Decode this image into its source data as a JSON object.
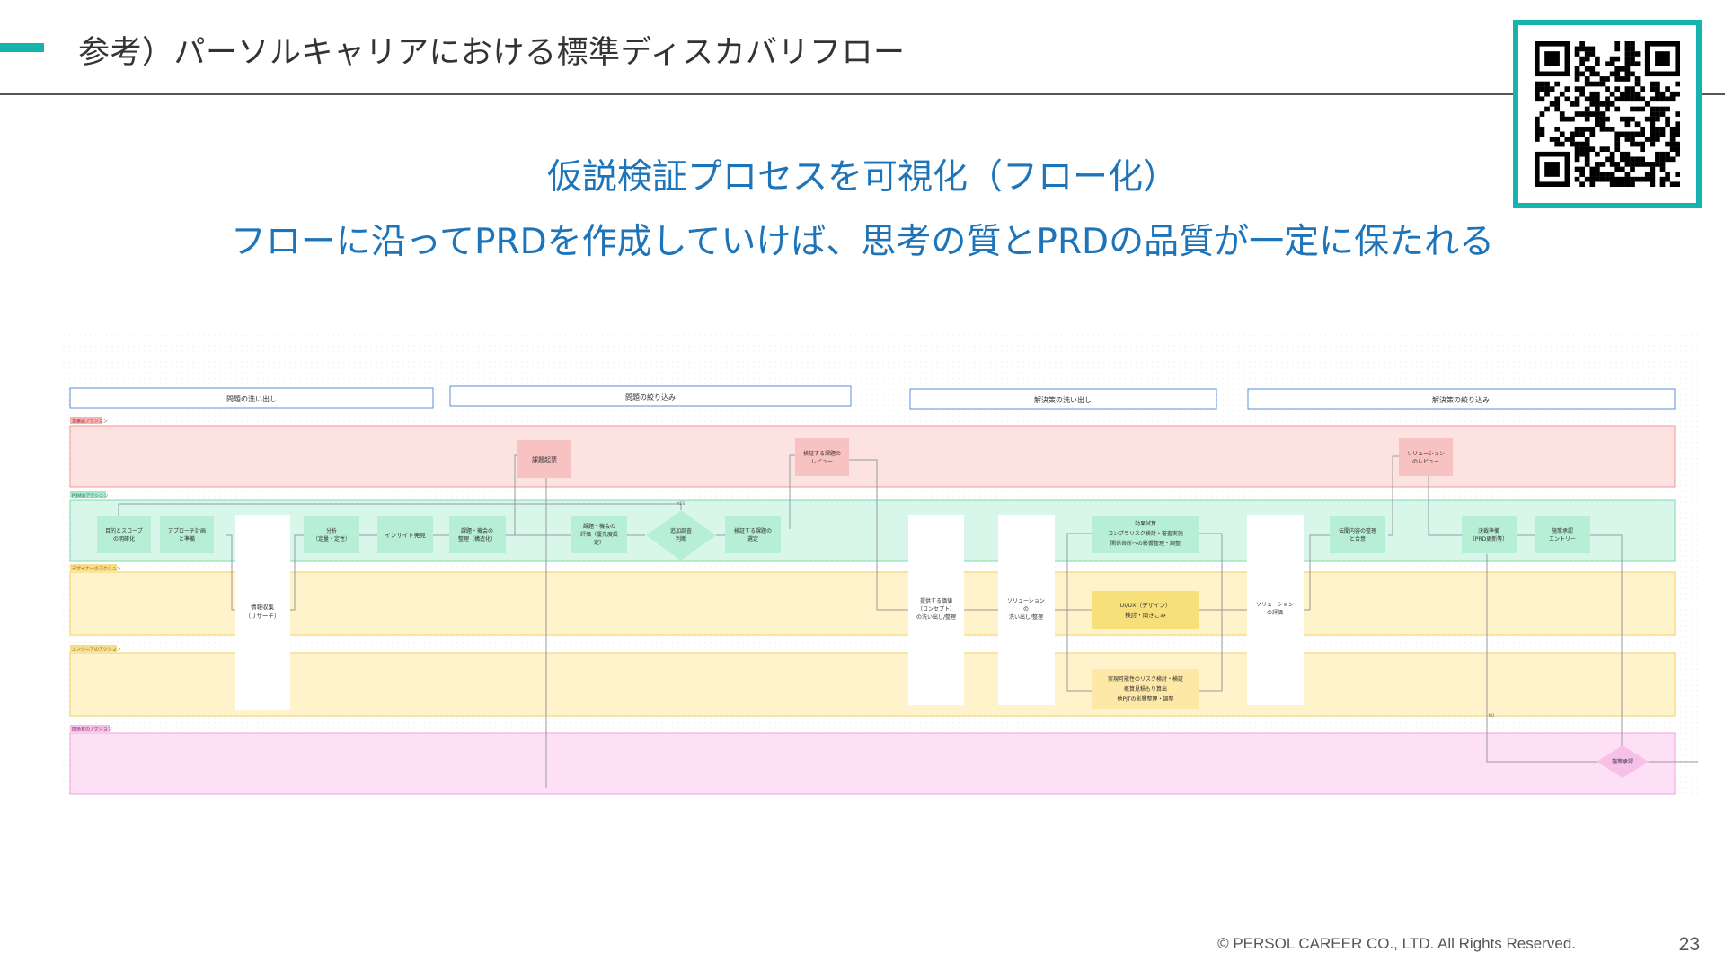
{
  "header": {
    "title": "参考）パーソルキャリアにおける標準ディスカバリフロー"
  },
  "headline": {
    "line1": "仮説検証プロセスを可視化（フロー化）",
    "line2": "フローに沿ってPRDを作成していけば、思考の質とPRDの品質が一定に保たれる"
  },
  "flow": {
    "phases": [
      "問題の洗い出し",
      "問題の絞り込み",
      "解決策の洗い出し",
      "解決策の絞り込み"
    ],
    "lanes": [
      {
        "label": "事業部アクション",
        "color": "#fde2e2",
        "border": "#f19a9a"
      },
      {
        "label": "PdMのアクション",
        "color": "#d8f7ea",
        "border": "#7fd9b4"
      },
      {
        "label": "デザイナーのアクション",
        "color": "#fff3cc",
        "border": "#f2cf63"
      },
      {
        "label": "エンジニアのアクション",
        "color": "#fff3cc",
        "border": "#f2cf63"
      },
      {
        "label": "関係者のアクション",
        "color": "#fde0f5",
        "border": "#f2a3dd"
      }
    ],
    "nodes": {
      "issue_meeting": "課題起票",
      "review_issue": "検証する課題のレビュー",
      "purpose_scope": "目的とスコープの明確化",
      "approach_plan": "アプローチ計画と準備",
      "info_gathering": "情報収集（リサーチ）",
      "analysis": "分析（定量・定性）",
      "insight": "インサイト発見",
      "organize": "課題・機会の整理（構造化）",
      "evaluate": "課題・機会の評価（優先度設定）",
      "decision": "追加調査判断",
      "select_issue": "検証する課題の選定",
      "concept": "提供する価値（コンセプト）の洗い出し/整理",
      "solution_list": "ソリューションの洗い出し/整理",
      "effect_line1": "効果試算",
      "effect_line2": "コンプラリスク検討・審査実施",
      "effect_line3": "関係各所への影響整理・調整",
      "uiux_line1": "UI/UX（デザイン）",
      "uiux_line2": "検討・聞きこみ",
      "feasibility_line1": "実現可能性のリスク検討・検証",
      "feasibility_line2": "概算見積もり算出",
      "feasibility_line3": "他PJTの影響整理・調整",
      "solution_eval": "ソリューションの評価",
      "solution_review": "ソリューションのレビュー",
      "approval_content": "承認内容の整理と合意",
      "decision_doc": "決裁準備（PRD更新等）",
      "dev_entry": "施策承認エントリー",
      "approval": "施策承認"
    },
    "edge_labels": {
      "yes": "YES",
      "no": "NO"
    }
  },
  "footer": {
    "copyright": "© PERSOL CAREER CO., LTD. All Rights Reserved.",
    "page": "23"
  }
}
